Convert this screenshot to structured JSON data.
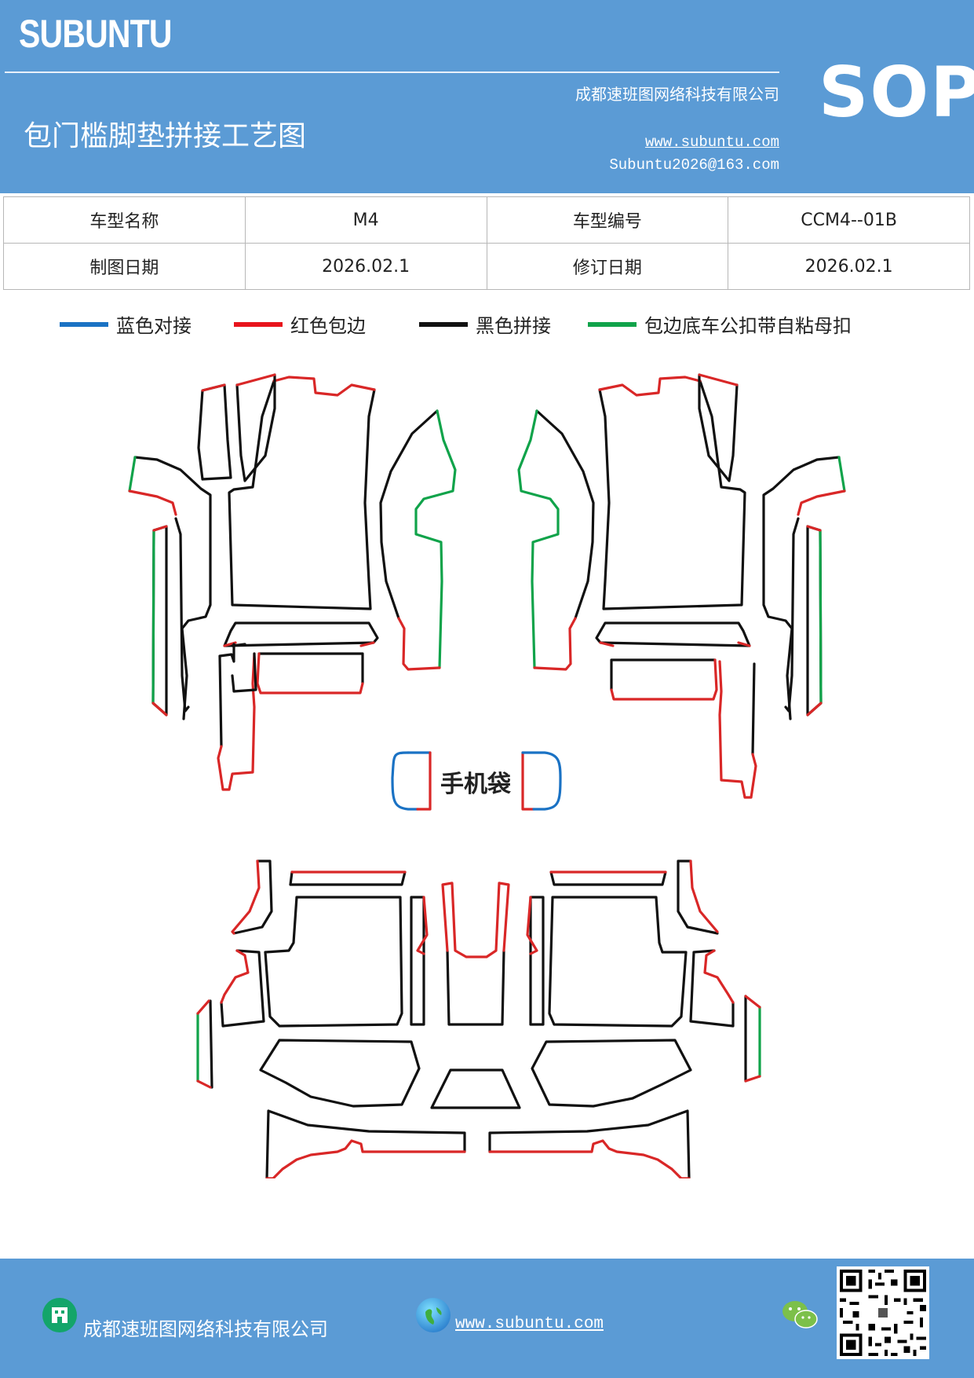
{
  "header": {
    "brand": "SUBUNTU",
    "title": "包门槛脚垫拼接工艺图",
    "company": "成都速班图网络科技有限公司",
    "website": "www.subuntu.com",
    "email": "Subuntu2026@163.com",
    "badge": "SOP"
  },
  "info_table": {
    "rows": [
      {
        "label1": "车型名称",
        "value1": "M4",
        "label2": "车型编号",
        "value2": "CCM4--01B"
      },
      {
        "label1": "制图日期",
        "value1": "2026.02.1",
        "label2": "修订日期",
        "value2": "2026.02.1"
      }
    ]
  },
  "legend": [
    {
      "label": "蓝色对接",
      "color": "#1a72c4"
    },
    {
      "label": "红色包边",
      "color": "#e8141c"
    },
    {
      "label": "黑色拼接",
      "color": "#111111"
    },
    {
      "label": "包边底车公扣带自粘母扣",
      "color": "#10a34a"
    }
  ],
  "diagram": {
    "phone_bag_label": "手机袋",
    "colors": {
      "blue": "#1a72c4",
      "red": "#d92727",
      "black": "#111111",
      "green": "#10a34a"
    }
  },
  "footer": {
    "company": "成都速班图网络科技有限公司",
    "website": "www.subuntu.com"
  }
}
